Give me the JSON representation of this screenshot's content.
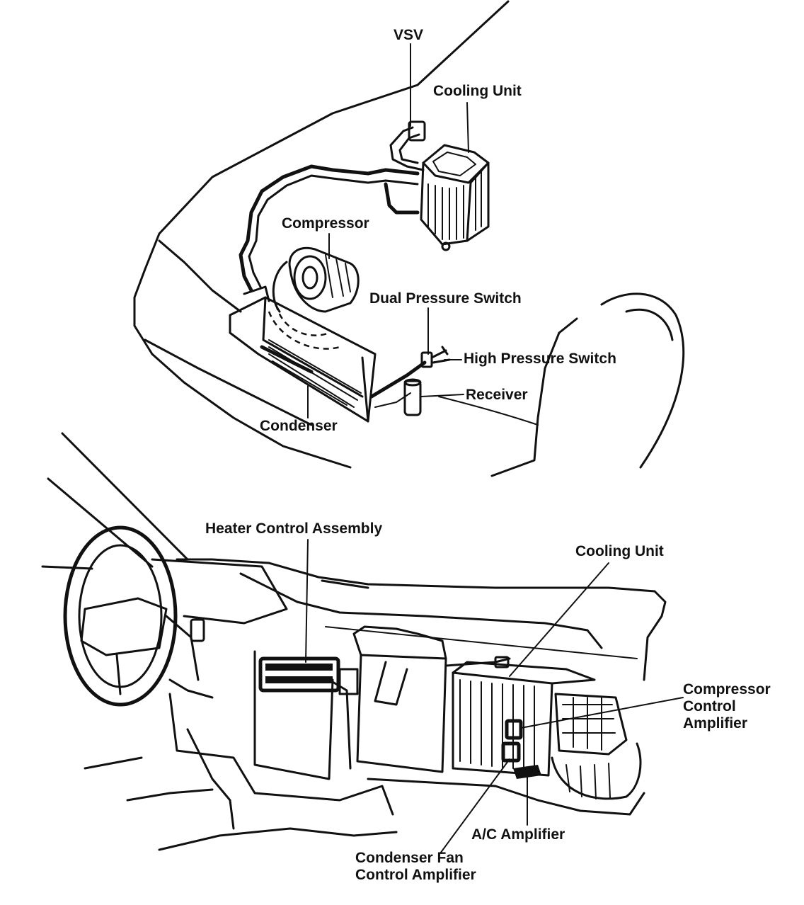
{
  "labels": {
    "vsv": "VSV",
    "cooling_unit_top": "Cooling Unit",
    "compressor": "Compressor",
    "dual_pressure_switch": "Dual Pressure Switch",
    "high_pressure_switch": "High Pressure Switch",
    "receiver": "Receiver",
    "condenser": "Condenser",
    "heater_control_assembly": "Heater Control Assembly",
    "cooling_unit_bottom": "Cooling Unit",
    "compressor_control_amplifier": [
      "Compressor",
      "Control",
      "Amplifier"
    ],
    "ac_amplifier": "A/C Amplifier",
    "condenser_fan_control_amplifier": [
      "Condenser Fan",
      "Control Amplifier"
    ]
  }
}
